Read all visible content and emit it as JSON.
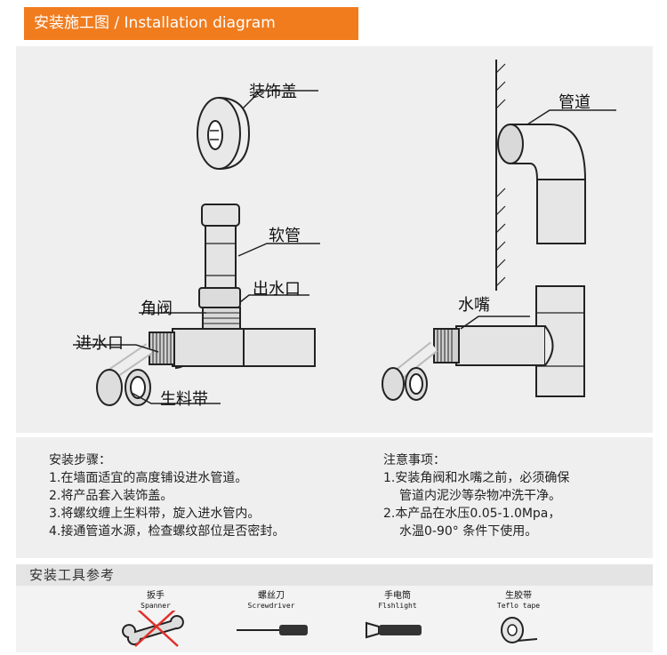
{
  "header": {
    "title": "安装施工图 / Installation diagram"
  },
  "diagram": {
    "left_labels": {
      "decor_cover": "装饰盖",
      "hose": "软管",
      "outlet": "出水口",
      "angle_valve": "角阀",
      "inlet": "进水口",
      "teflon": "生料带"
    },
    "right_labels": {
      "pipe": "管道",
      "faucet_nozzle": "水嘴"
    }
  },
  "steps": {
    "title": "安装步骤：",
    "items": [
      "1.在墙面适宜的高度铺设进水管道。",
      "2.将产品套入装饰盖。",
      "3.将螺纹缠上生料带，旋入进水管内。",
      "4.接通管道水源，检查螺纹部位是否密封。"
    ]
  },
  "notes": {
    "title": "注意事项：",
    "lines": [
      "1.安装角阀和水嘴之前，必须确保",
      "管道内泥沙等杂物冲洗干净。",
      "2.本产品在水压0.05-1.0Mpa，",
      "水温0-90° 条件下使用。"
    ]
  },
  "tools": {
    "title": "安装工具参考",
    "items": [
      {
        "cn": "扳手",
        "en": "Spanner",
        "icon": "spanner-icon",
        "crossed": true
      },
      {
        "cn": "螺丝刀",
        "en": "Screwdriver",
        "icon": "screwdriver-icon",
        "crossed": false
      },
      {
        "cn": "手电筒",
        "en": "Flshlight",
        "icon": "flashlight-icon",
        "crossed": false
      },
      {
        "cn": "生胶带",
        "en": "Teflo tape",
        "icon": "tape-icon",
        "crossed": false
      }
    ]
  },
  "colors": {
    "accent": "#f07c1e",
    "cross": "#e0302a",
    "panel": "#efefef"
  }
}
